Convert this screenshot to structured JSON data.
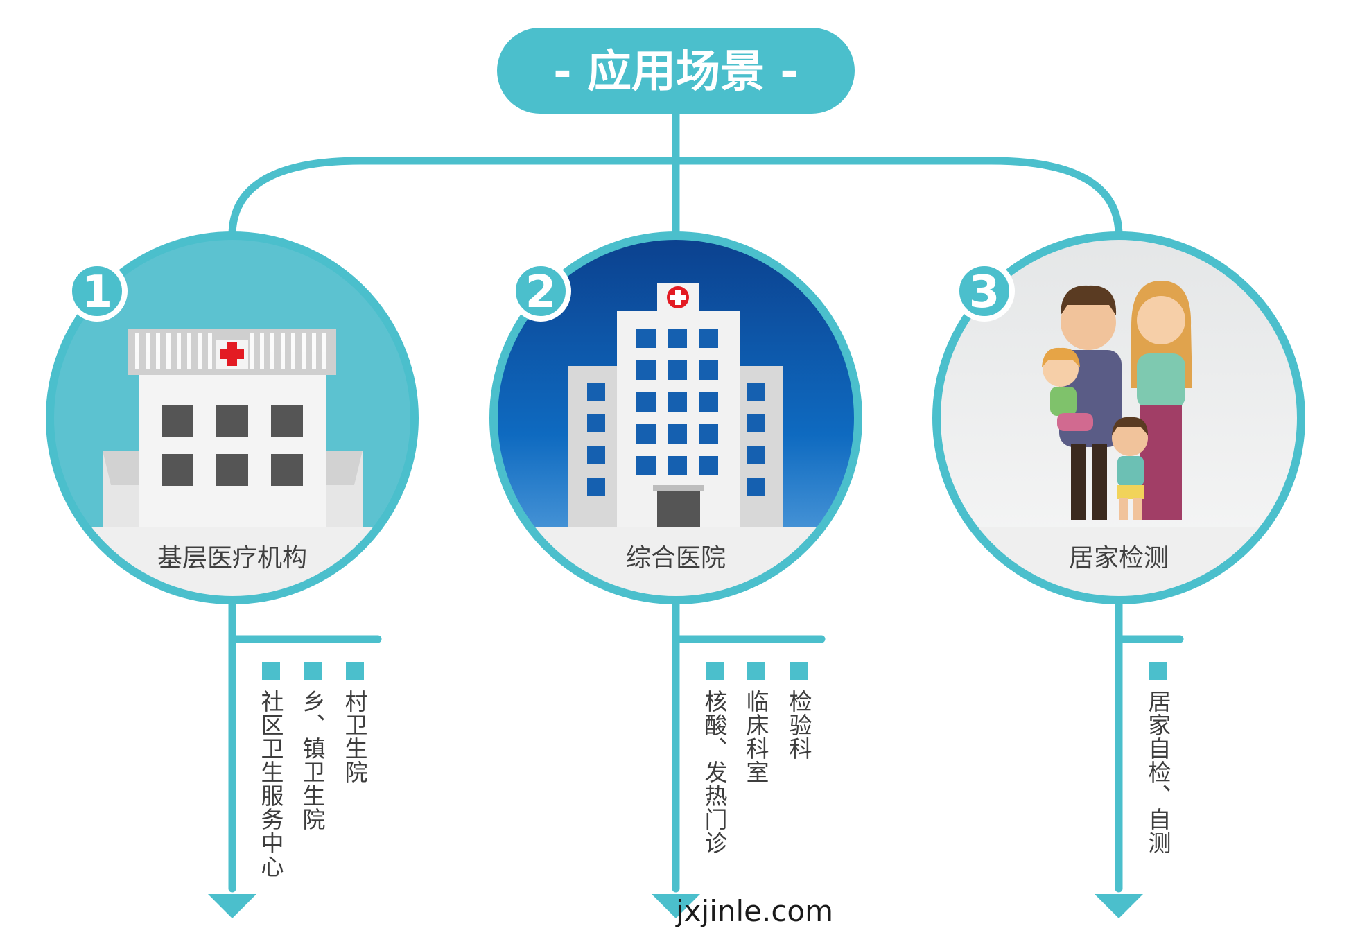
{
  "title": "- 应用场景 -",
  "colors": {
    "teal": "#4bbfcc",
    "navy": "#0b4f9f",
    "window_blue": "#1560b0",
    "gray_window": "#555555",
    "red_cross": "#e31b23"
  },
  "scenarios": [
    {
      "number": "1",
      "label": "基层医疗机构",
      "items": [
        "社区卫生服务中心",
        "乡、镇卫生院",
        "村卫生院"
      ]
    },
    {
      "number": "2",
      "label": "综合医院",
      "items": [
        "核酸、发热门诊",
        "临床科室",
        "检验科"
      ]
    },
    {
      "number": "3",
      "label": "居家检测",
      "items": [
        "居家自检、自测"
      ]
    }
  ],
  "watermark": "jxjinle.com"
}
